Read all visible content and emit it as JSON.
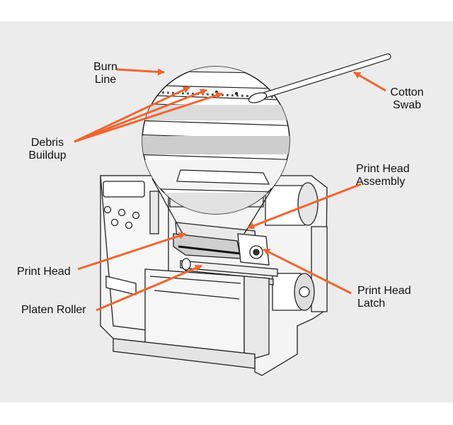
{
  "diagram": {
    "background": "#ececec",
    "arrow_color": "#f0652f",
    "line_color": "#222222",
    "labels": {
      "burn_line": [
        "Burn",
        "Line"
      ],
      "cotton_swab": [
        "Cotton",
        "Swab"
      ],
      "debris_buildup": [
        "Debris",
        "Buildup"
      ],
      "print_head_assembly": [
        "Print Head",
        "Assembly"
      ],
      "print_head": "Print Head",
      "print_head_latch": [
        "Print Head",
        "Latch"
      ],
      "platen_roller": "Platen Roller"
    }
  }
}
